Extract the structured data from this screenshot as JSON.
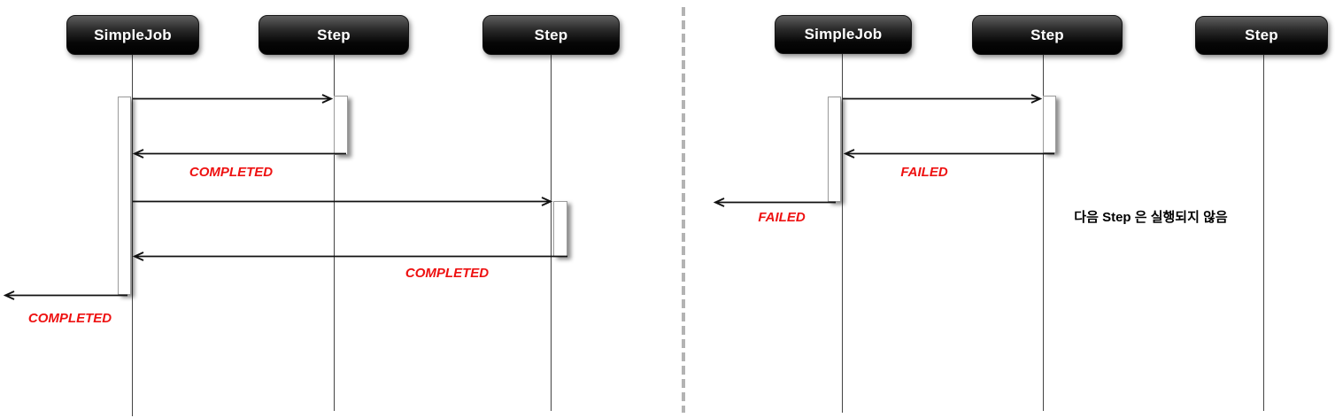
{
  "diagram_type": "sequence-diagram",
  "colors": {
    "actor_fill": "#000000",
    "actor_text": "#ffffff",
    "status_label_red": "#ee1111",
    "note_text": "#000000",
    "divider_gray": "#b3b3b3",
    "line_black": "#111111"
  },
  "left": {
    "actors": [
      "SimpleJob",
      "Step",
      "Step"
    ],
    "labels": {
      "return1": "COMPLETED",
      "return2": "COMPLETED",
      "final": "COMPLETED"
    }
  },
  "right": {
    "actors": [
      "SimpleJob",
      "Step",
      "Step"
    ],
    "labels": {
      "return1": "FAILED",
      "final": "FAILED"
    },
    "note": "다음 Step 은 실행되지 않음"
  }
}
